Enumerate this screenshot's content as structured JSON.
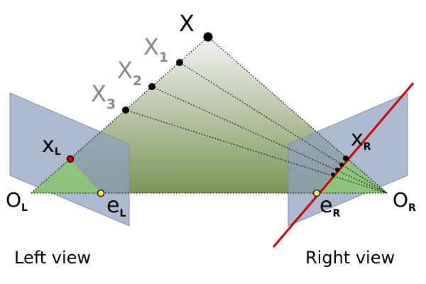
{
  "labels": {
    "X": "X",
    "X1_base": "X",
    "X1_sub": "1",
    "X2_base": "X",
    "X2_sub": "2",
    "X3_base": "X",
    "X3_sub": "3",
    "xL_base": "x",
    "xL_sub": "L",
    "xR_base": "x",
    "xR_sub": "R",
    "OL_base": "O",
    "OL_sub": "L",
    "OR_base": "O",
    "OR_sub": "R",
    "eL_base": "e",
    "eL_sub": "L",
    "eR_base": "e",
    "eR_sub": "R",
    "left_view": "Left view",
    "right_view": "Right view"
  },
  "colors": {
    "plane_fill": "#8FA0BE",
    "epipolar_line": "#CC0000",
    "triangle_green": "#88CC66",
    "epipole": "#FFEE44"
  }
}
